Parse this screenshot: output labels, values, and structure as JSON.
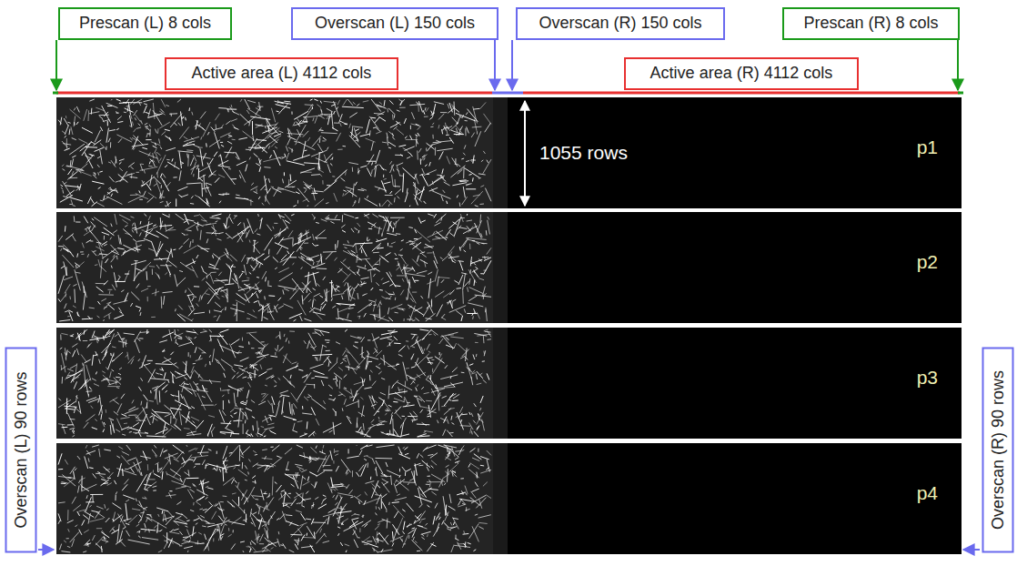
{
  "diagram": {
    "nodes": [
      {
        "text": [
          "Prescan (L) 8 cols"
        ]
      },
      {
        "text": [
          "Overscan (L) 150 cols"
        ]
      },
      {
        "text": [
          "Overscan (R) 150 cols"
        ]
      },
      {
        "text": [
          "Prescan (R) 8 cols"
        ]
      },
      {
        "text": [
          "Active area (L) 4112 cols"
        ]
      },
      {
        "text": [
          "Active area (R) 4112 cols"
        ]
      },
      {
        "text": [
          "p1"
        ]
      },
      {
        "text": [
          "p2"
        ]
      },
      {
        "text": [
          "p3"
        ]
      },
      {
        "text": [
          "p4"
        ]
      },
      {
        "text": [
          "Overscan (L) 90 rows"
        ]
      },
      {
        "text": [
          "Overscan (R) 90 rows"
        ]
      }
    ],
    "labels": [
      "1055 rows"
    ]
  }
}
